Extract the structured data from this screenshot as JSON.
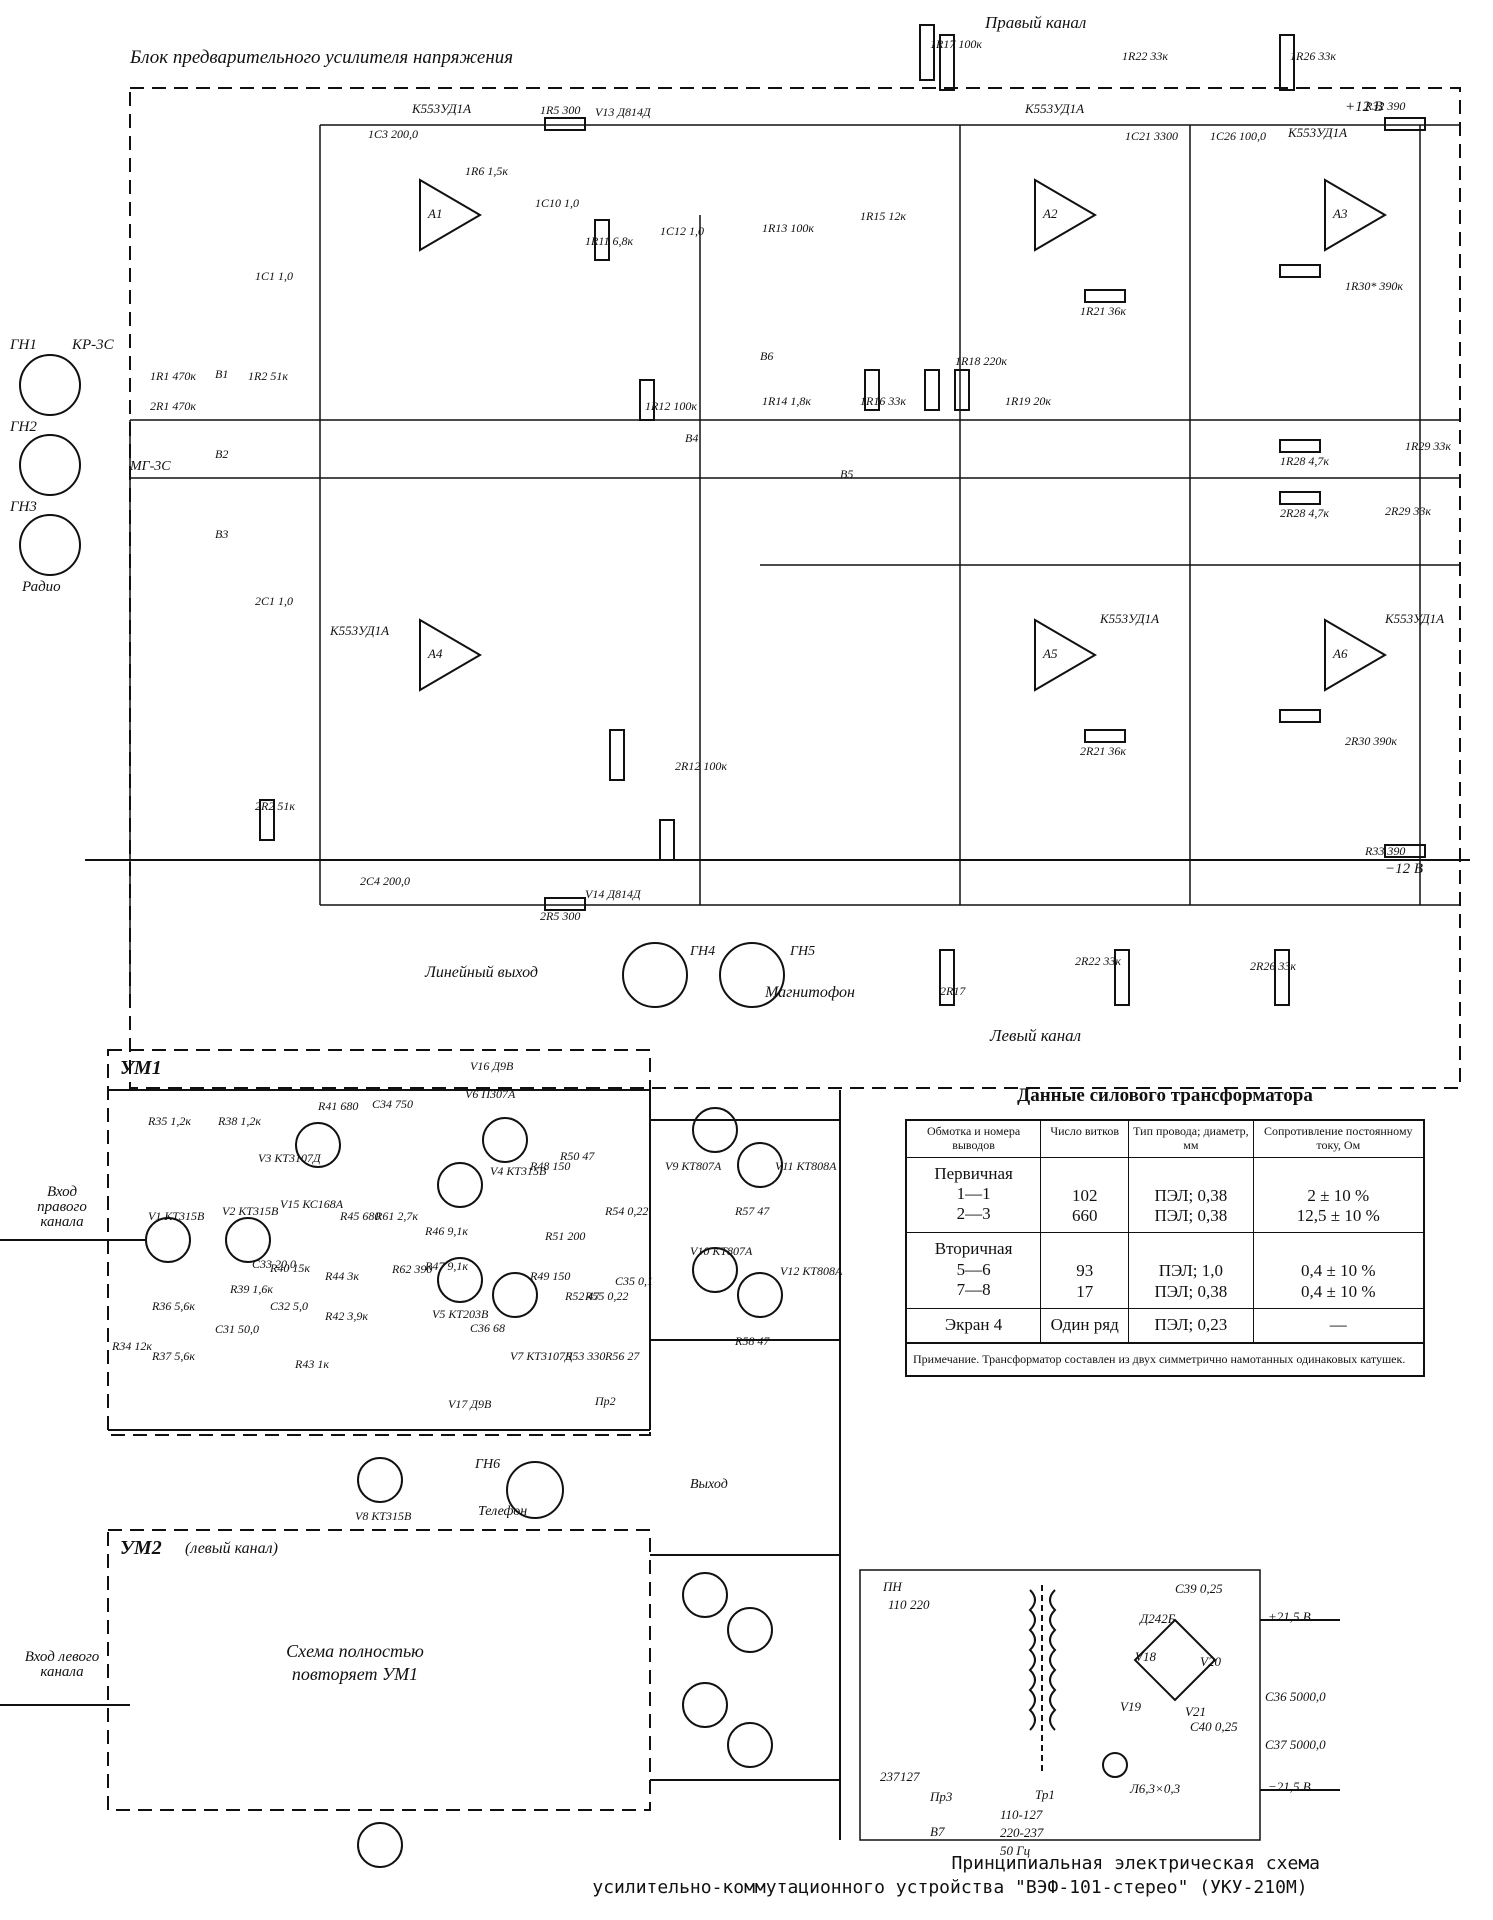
{
  "header": {
    "block_title": "Блок предварительного усилителя напряжения",
    "right_channel": "Правый канал",
    "left_channel": "Левый канал",
    "plus12": "+12 В",
    "minus12": "−12 В"
  },
  "inputs": {
    "gn1": "ГН1",
    "gn2": "ГН2",
    "gn3": "ГН3",
    "kr3s": "КР-3С",
    "mg3s": "МГ-3С",
    "radio": "Радио"
  },
  "outputs": {
    "line_out": "Линейный выход",
    "tape": "Магнитофон",
    "gn4": "ГН4",
    "gn5": "ГН5",
    "gn6": "ГН6",
    "phones": "Телефон",
    "vyhod": "Выход"
  },
  "opamps": [
    {
      "id": "A1",
      "type": "К553УД1А"
    },
    {
      "id": "A2",
      "type": "К553УД1А"
    },
    {
      "id": "A3",
      "type": "К553УД1А"
    },
    {
      "id": "A4",
      "type": "К553УД1А"
    },
    {
      "id": "A5",
      "type": "К553УД1А"
    },
    {
      "id": "A6",
      "type": "К553УД1А"
    }
  ],
  "pre_labels": [
    "1R1 470к",
    "2R1 470к",
    "1R2 51к",
    "2R2 51к",
    "1C1 1,0",
    "2C1 1,0",
    "1C3 200,0",
    "1R5 300",
    "V13 Д814Д",
    "V14 Д814Д",
    "2R5 300",
    "2C4 200,0",
    "1R6 1,5к",
    "1C10 1,0",
    "1R11 6,8к",
    "1C12 1,0",
    "1R12 100к",
    "2R12 100к",
    "1R13 100к",
    "1R15 12к",
    "1R14 1,8к",
    "1R16 33к",
    "1R18 220к",
    "1R19 20к",
    "1R17 100к",
    "2R17",
    "1C21 3300",
    "1C26 100,0",
    "1R22 33к",
    "1R26 33к",
    "R32 390",
    "R33 390",
    "1R28 4,7к",
    "2R28 4,7к",
    "1R29 33к",
    "2R29 33к",
    "1R30* 390к",
    "2R30 390к",
    "1R21 36к",
    "2R21 36к",
    "2R22 33к",
    "2R26 33к",
    "В1",
    "В2",
    "В3",
    "В4",
    "В5",
    "В6"
  ],
  "um1": {
    "title": "УМ1",
    "input_label": "Вход правого канала",
    "parts": [
      "V1 КТ315В",
      "V2 КТ315В",
      "V3 КТ3107Д",
      "V4 КТ315В",
      "V5 КТ203В",
      "V6 П307А",
      "V7 КТ3107Д",
      "V8 КТ315В",
      "V9 КТ807А",
      "V10 КТ807А",
      "V11 КТ808А",
      "V12 КТ808А",
      "V15 КС168А",
      "V16 Д9В",
      "V17 Д9В",
      "R34 12к",
      "R35 1,2к",
      "R36 5,6к",
      "R37 5,6к",
      "R38 1,2к",
      "R39 1,6к",
      "R40 15к",
      "R41 680",
      "R42 3,9к",
      "R43 1к",
      "R44 3к",
      "R45 680",
      "R46 9,1к",
      "R47 9,1к",
      "R48 150",
      "R49 150",
      "R50 47",
      "R51 200",
      "R52 47",
      "R53 330",
      "R54 0,22",
      "R55 0,22",
      "R56 27",
      "R57 47",
      "R58 47",
      "R61 2,7к",
      "R62 390",
      "C31 50,0",
      "C32 5,0",
      "C33 20,0",
      "C34 750",
      "C35 0,1",
      "C36 68",
      "Пр2"
    ]
  },
  "um2": {
    "title": "УМ2",
    "subtitle": "(левый канал)",
    "input_label": "Вход левого канала",
    "body": "Схема полностью повторяет УМ1"
  },
  "psu": {
    "labels": [
      "ПН",
      "110",
      "220",
      "237",
      "127",
      "Пр3",
      "В7",
      "Тр1",
      "Д242Б",
      "V18",
      "V19",
      "V20",
      "V21",
      "С36 5000,0",
      "С37 5000,0",
      "С39 0,25",
      "С40 0,25",
      "Л6,3×0,3",
      "+21,5 В",
      "−21,5 В",
      "110-127",
      "220-237",
      "50 Гц"
    ]
  },
  "transformer": {
    "title": "Данные силового трансформатора",
    "headers": [
      "Обмотка и номера выводов",
      "Число витков",
      "Тип провода; диаметр, мм",
      "Сопротивление постоянному току, Ом"
    ],
    "groups": [
      {
        "name": "Первичная",
        "rows": [
          [
            "1—1",
            "102",
            "ПЭЛ; 0,38",
            "2 ± 10 %"
          ],
          [
            "2—3",
            "660",
            "ПЭЛ; 0,38",
            "12,5 ± 10 %"
          ]
        ]
      },
      {
        "name": "Вторичная",
        "rows": [
          [
            "5—6",
            "93",
            "ПЭЛ; 1,0",
            "0,4 ± 10 %"
          ],
          [
            "7—8",
            "17",
            "ПЭЛ; 0,38",
            "0,4 ± 10 %"
          ]
        ]
      },
      {
        "name": "Экран 4",
        "rows": [
          [
            "",
            "Один ряд",
            "ПЭЛ; 0,23",
            "—"
          ]
        ]
      }
    ],
    "note": "Примечание. Трансформатор составлен из двух симметрично намотанных одинаковых катушек."
  },
  "caption": {
    "line1": "Принципиальная электрическая схема",
    "line2": "усилительно-коммутационного устройства \"ВЭФ-101-стерео\" (УКУ-210М)"
  }
}
